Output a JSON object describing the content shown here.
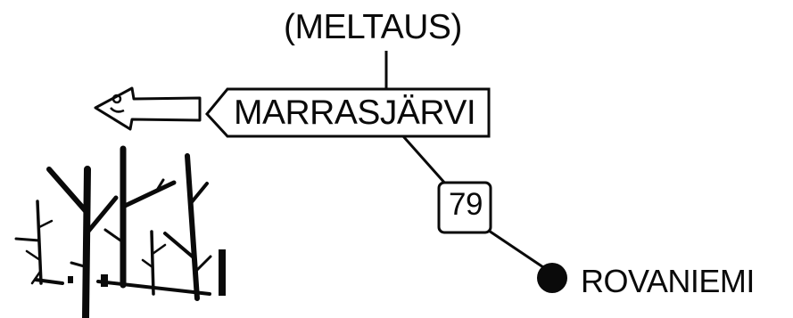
{
  "map": {
    "upper_destination": "(MELTAUS)",
    "left_destination": "MARRASJÄRVI",
    "road_number": "79",
    "city": "ROVANIEMI"
  },
  "colors": {
    "ink": "#0a0a0a",
    "background": "#ffffff"
  },
  "icons": {
    "direction_arrow": "hand-arrow-left-icon",
    "scenery": "bare-trees-illustration",
    "city_marker": "filled-circle-marker"
  }
}
